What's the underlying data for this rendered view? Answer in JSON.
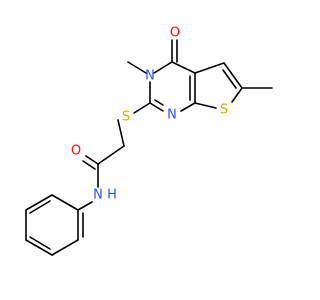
{
  "colors": {
    "background": "#ffffff",
    "bond": "#000000",
    "oxygen": "#ff0d0d",
    "nitrogen": "#3050f8",
    "sulfur": "#c8b400",
    "hydrogen_on_nitrogen": "#3050f8"
  },
  "atoms": {
    "O_carbonyl_ring": "O",
    "N_ring_methyl": "N",
    "N_ring": "N",
    "S_thiophene": "S",
    "S_thioether": "S",
    "O_amide": "O",
    "N_amide": "N",
    "H_amide": "H"
  }
}
